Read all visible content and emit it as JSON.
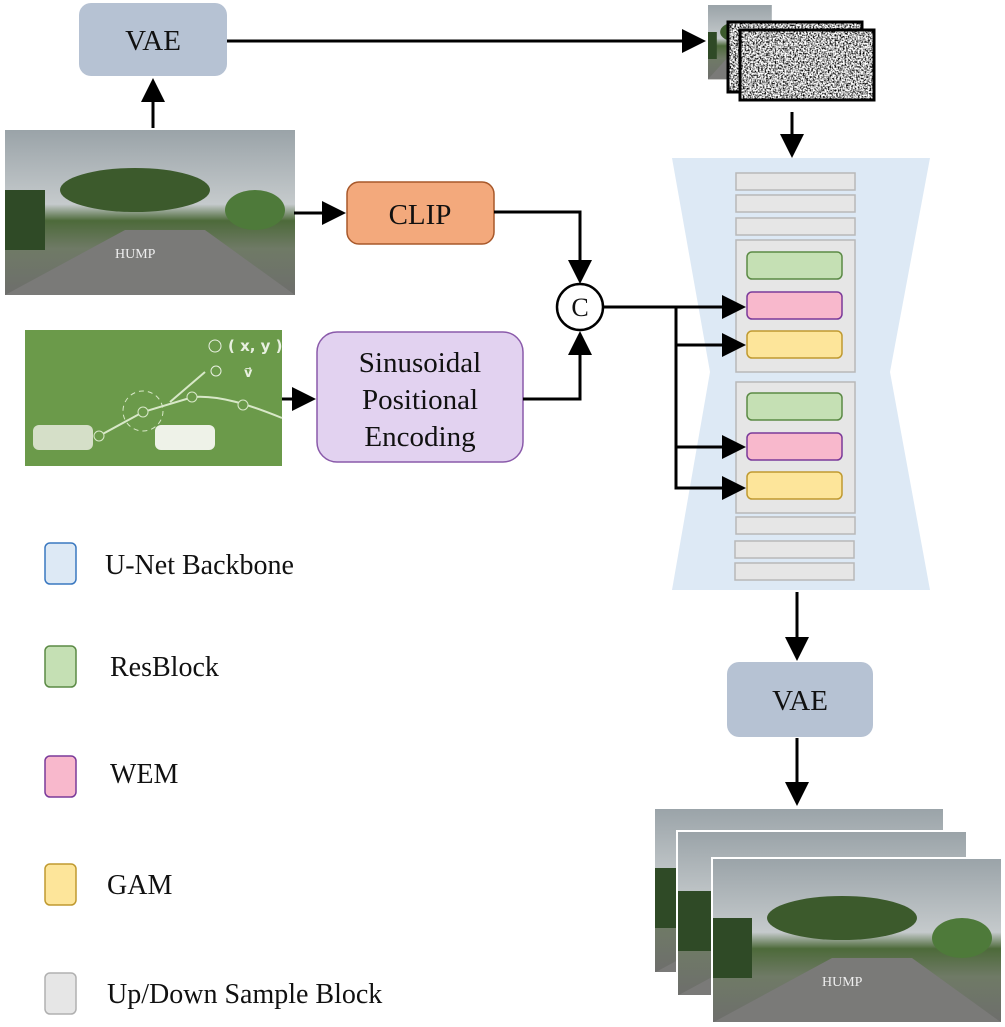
{
  "modules": {
    "vae_top": "VAE",
    "clip": "CLIP",
    "pos_enc": [
      "Sinusoidal",
      "Positional",
      "Encoding"
    ],
    "concat": "C",
    "vae_bottom": "VAE"
  },
  "trajectory_image": {
    "position_label": "( x, y )",
    "velocity_label": "v⃗"
  },
  "legend": [
    {
      "label": "U-Net Backbone",
      "fill": "#dde9f5",
      "stroke": "#3a78c0"
    },
    {
      "label": "ResBlock",
      "fill": "#c5e0b4",
      "stroke": "#5b8a45"
    },
    {
      "label": "WEM",
      "fill": "#f8b8cc",
      "stroke": "#7a3a9a"
    },
    {
      "label": "GAM",
      "fill": "#fde59a",
      "stroke": "#c09a30"
    },
    {
      "label": "Up/Down Sample Block",
      "fill": "#e6e6e6",
      "stroke": "#b0b0b0"
    }
  ],
  "colors": {
    "vae": "#b6c2d3",
    "clip": "#f3a97c",
    "pos_enc": "#e2d2f0",
    "unet": "#dde9f5",
    "trajectory_bg": "#6b9a4a"
  }
}
